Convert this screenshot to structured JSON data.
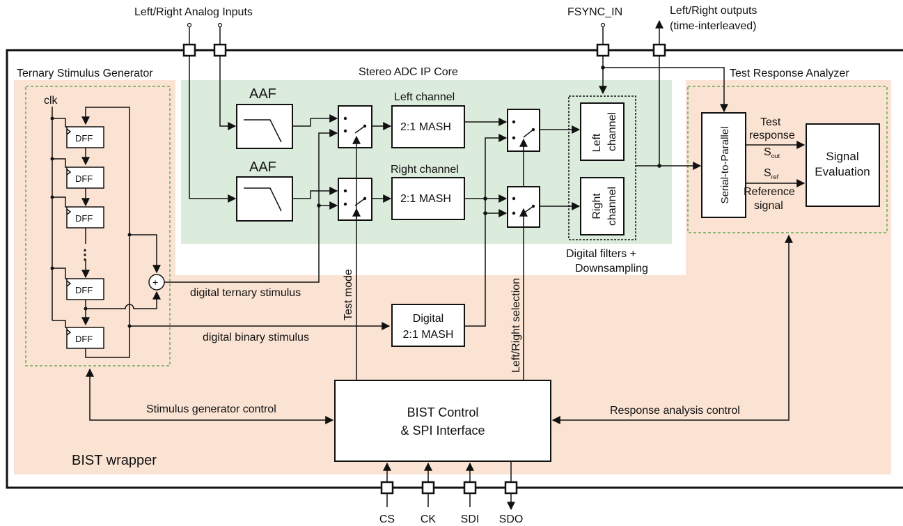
{
  "external": {
    "analog_inputs": "Left/Right Analog Inputs",
    "fsync": "FSYNC_IN",
    "outputs_line1": "Left/Right outputs",
    "outputs_line2": "(time-interleaved)",
    "pins": [
      "CS",
      "CK",
      "SDI",
      "SDO"
    ]
  },
  "regions": {
    "stimulus_generator": "Ternary Stimulus Generator",
    "adc_core": "Stereo ADC IP Core",
    "response_analyzer": "Test Response Analyzer",
    "wrapper": "BIST wrapper"
  },
  "blocks": {
    "aaf": "AAF",
    "left_channel": "Left channel",
    "right_channel": "Right channel",
    "mash": "2:1 MASH",
    "digital_mash_line1": "Digital",
    "digital_mash_line2": "2:1 MASH",
    "dff": "DFF",
    "clk": "clk",
    "filter_left_line1": "Left",
    "filter_left_line2": "channel",
    "filter_right_line1": "Right",
    "filter_right_line2": "channel",
    "filters_caption_line1": "Digital filters +",
    "filters_caption_line2": "Downsampling",
    "serial_to_parallel": "Serial-to-Parallel",
    "signal_eval_line1": "Signal",
    "signal_eval_line2": "Evaluation",
    "bist_control_line1": "BIST Control",
    "bist_control_line2": "& SPI Interface",
    "ellipsis": "⋮"
  },
  "signals": {
    "ternary": "digital ternary stimulus",
    "binary": "digital binary stimulus",
    "test_mode": "Test mode",
    "lr_select": "Left/Right selection",
    "stim_ctrl": "Stimulus generator control",
    "resp_ctrl": "Response analysis control",
    "test_response_line1": "Test",
    "test_response_line2": "response",
    "s_out": "S",
    "s_out_sub": "out",
    "s_ref": "S",
    "s_ref_sub": "ref",
    "reference_line1": "Reference",
    "reference_line2": "signal",
    "adder": "+"
  },
  "colors": {
    "wrapper_fill": "#fbe3d3",
    "core_fill": "#dcecdc",
    "dashed_border": "#4a9a3a",
    "line": "#111111"
  }
}
